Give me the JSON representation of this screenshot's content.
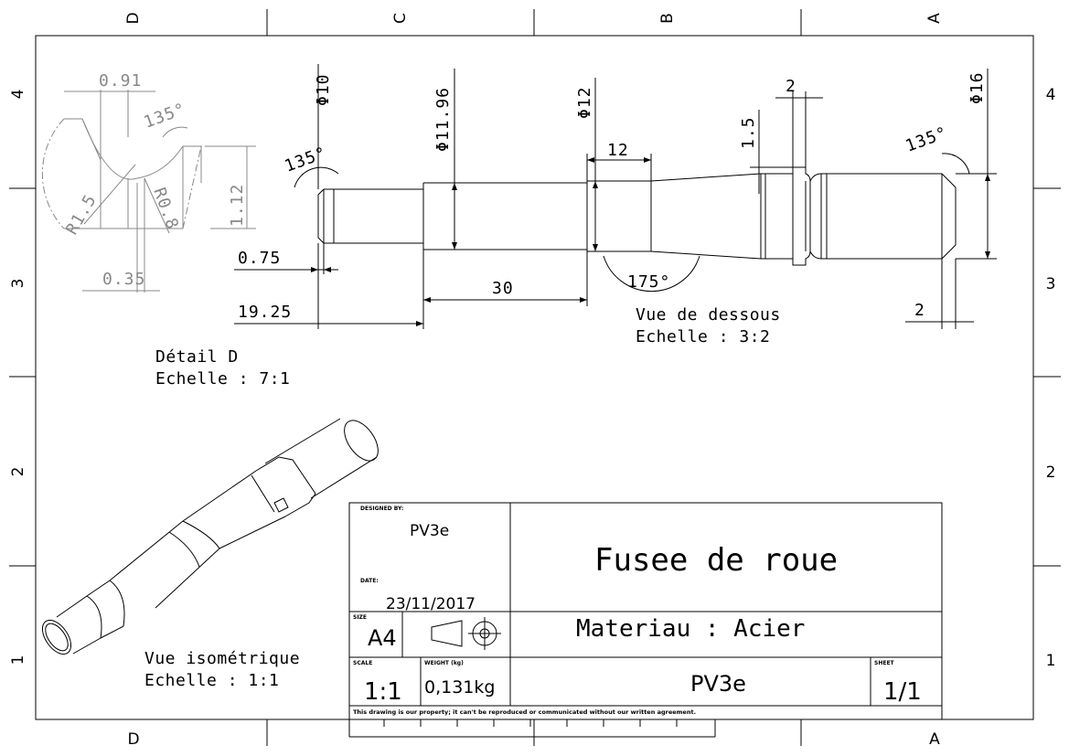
{
  "zones": {
    "columns_top": [
      "D",
      "C",
      "B",
      "A"
    ],
    "columns_bottom": [
      "D",
      "A"
    ],
    "rows": [
      "4",
      "3",
      "2",
      "1"
    ]
  },
  "detail_view": {
    "dims": {
      "top": "0.91",
      "angle": "135°",
      "height": "1.12",
      "radius_large": "R1.5",
      "radius_small": "R0.8",
      "bottom": "0.35"
    },
    "title": "Détail D",
    "scale": "Echelle :  7:1"
  },
  "bottom_view": {
    "dims": {
      "d10": "Φ10",
      "d1196": "Φ11.96",
      "d12": "Φ12",
      "d16": "Φ16",
      "angle_left": "135°",
      "angle_right": "135°",
      "angle_taper": "175°",
      "len_12": "12",
      "groove_2": "2",
      "depth_15": "1.5",
      "chamfer_2": "2",
      "len_075": "0.75",
      "len_1925": "19.25",
      "len_30": "30"
    },
    "title": "Vue de dessous",
    "scale": "Echelle :  3:2"
  },
  "iso_view": {
    "title": "Vue isométrique",
    "scale": "Echelle :  1:1"
  },
  "title_block": {
    "designed_by_label": "DESIGNED BY:",
    "designer": "PV3e",
    "date_label": "DATE:",
    "date": "23/11/2017",
    "title": "Fusee de roue",
    "material": "Materiau : Acier",
    "size_label": "SIZE",
    "size": "A4",
    "scale_label": "SCALE",
    "scale": "1:1",
    "weight_label": "WEIGHT (kg)",
    "weight": "0,131kg",
    "drawing_number": "PV3e",
    "sheet_label": "SHEET",
    "sheet": "1/1",
    "disclaimer": "This drawing is our property; it can't be reproduced or communicated without our written agreement."
  }
}
